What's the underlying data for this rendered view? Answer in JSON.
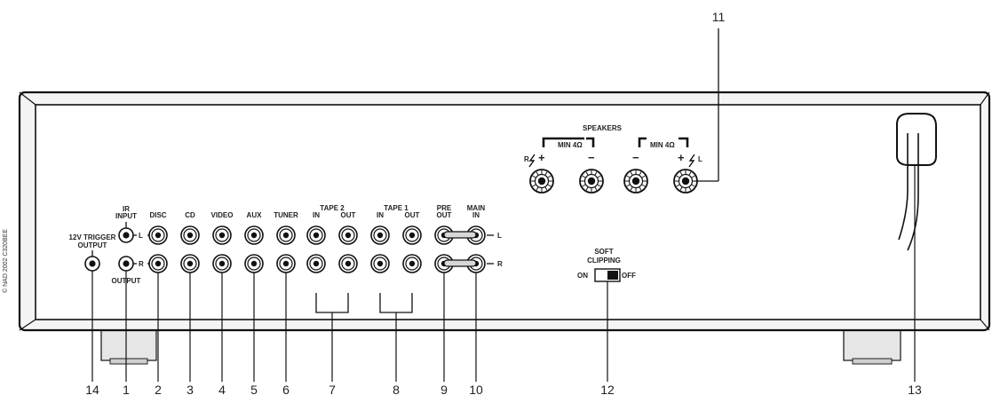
{
  "copyright": "© NAD 2002 C320BEE",
  "panel": {
    "speakers_title": "SPEAKERS",
    "min_ohm_left": "MIN 4Ω",
    "min_ohm_right": "MIN 4Ω",
    "spk_r": "R",
    "spk_l": "L",
    "plus": "+",
    "minus": "−",
    "trigger_line1": "12V TRIGGER",
    "trigger_line2": "OUTPUT",
    "ir_line1": "IR",
    "ir_line2": "INPUT",
    "ir_output": "OUTPUT",
    "ch_l": "L",
    "ch_r": "R",
    "soft_clipping_line1": "SOFT",
    "soft_clipping_line2": "CLIPPING",
    "switch_on": "ON",
    "switch_off": "OFF"
  },
  "jack_columns": [
    {
      "label": "DISC",
      "sub": ""
    },
    {
      "label": "CD",
      "sub": ""
    },
    {
      "label": "VIDEO",
      "sub": ""
    },
    {
      "label": "AUX",
      "sub": ""
    },
    {
      "label": "TUNER",
      "sub": ""
    },
    {
      "label": "TAPE 2",
      "sub": "IN"
    },
    {
      "label": "",
      "sub": "OUT"
    },
    {
      "label": "TAPE 1",
      "sub": "IN"
    },
    {
      "label": "",
      "sub": "OUT"
    },
    {
      "label": "PRE",
      "sub": "OUT"
    },
    {
      "label": "MAIN",
      "sub": "IN"
    }
  ],
  "callouts": [
    "14",
    "1",
    "2",
    "3",
    "4",
    "5",
    "6",
    "7",
    "8",
    "9",
    "10",
    "11",
    "12",
    "13"
  ]
}
